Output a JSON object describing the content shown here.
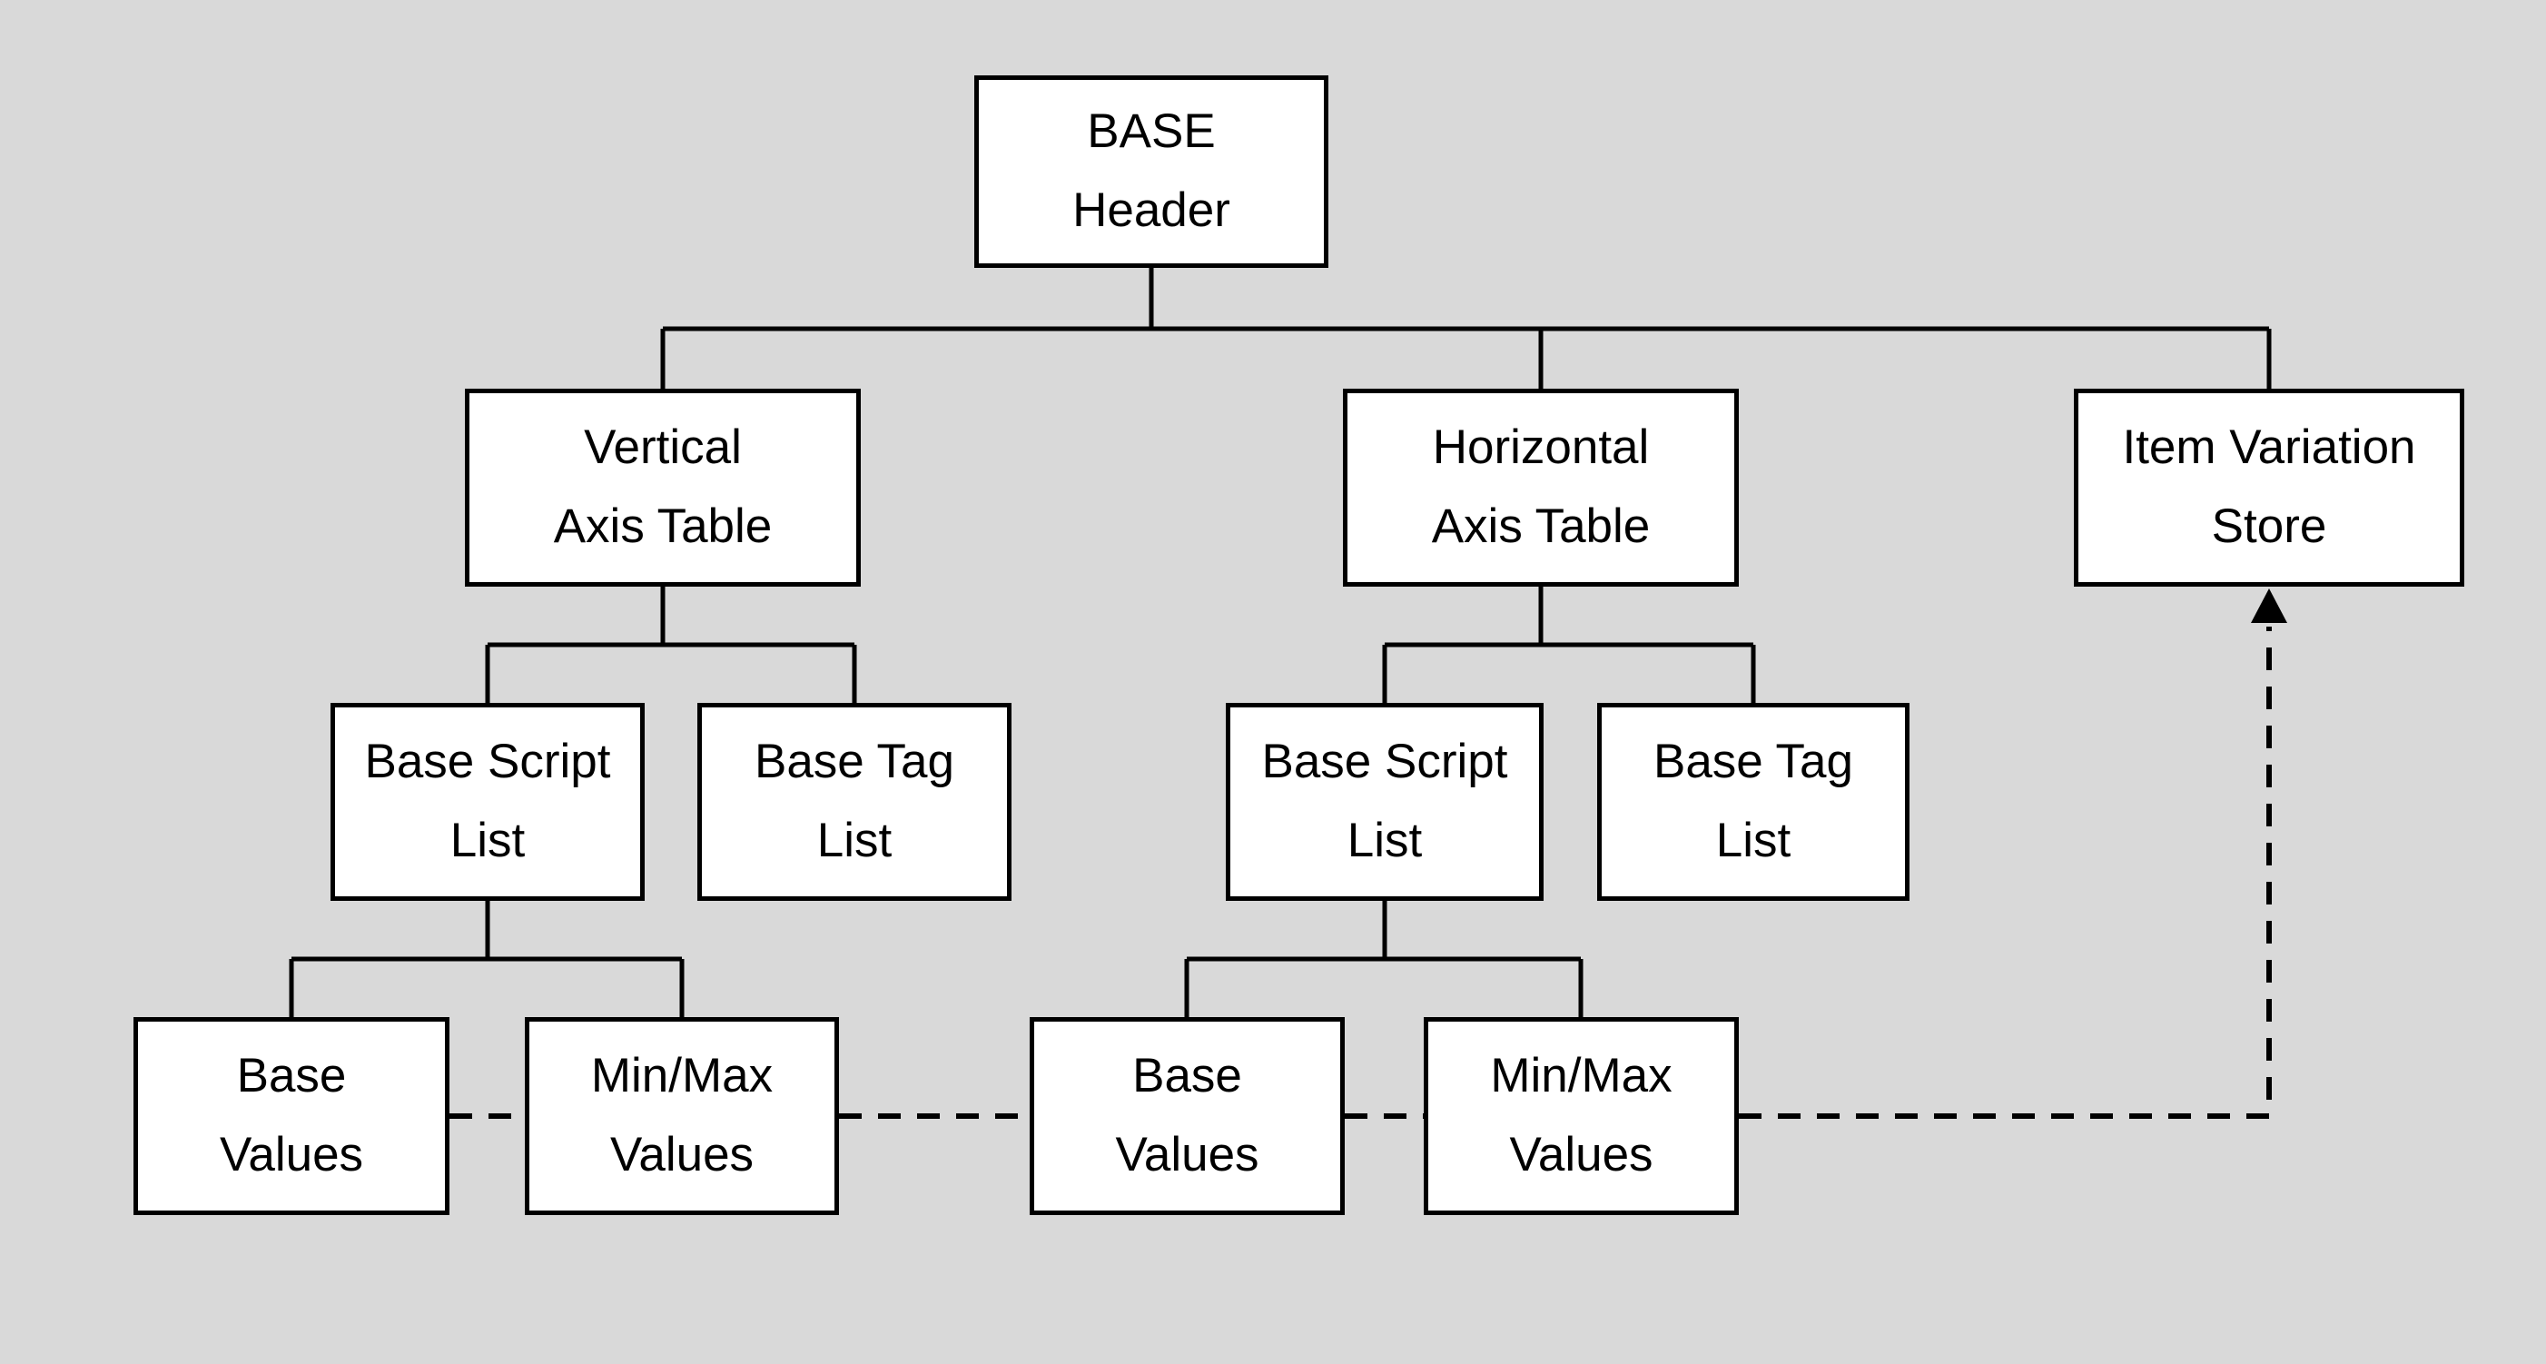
{
  "diagram": {
    "colors": {
      "background": "#d9d9d9",
      "box_fill": "#ffffff",
      "line_color": "#000000"
    },
    "nodes": [
      {
        "id": "base-header",
        "line1": "BASE",
        "line2": "Header"
      },
      {
        "id": "vertical-axis-table",
        "line1": "Vertical",
        "line2": "Axis Table"
      },
      {
        "id": "horizontal-axis-table",
        "line1": "Horizontal",
        "line2": "Axis Table"
      },
      {
        "id": "item-variation-store",
        "line1": "Item Variation",
        "line2": "Store"
      },
      {
        "id": "base-script-list-vertical",
        "line1": "Base Script",
        "line2": "List"
      },
      {
        "id": "base-tag-list-vertical",
        "line1": "Base Tag",
        "line2": "List"
      },
      {
        "id": "base-script-list-horizontal",
        "line1": "Base Script",
        "line2": "List"
      },
      {
        "id": "base-tag-list-horizontal",
        "line1": "Base Tag",
        "line2": "List"
      },
      {
        "id": "base-values-vertical",
        "line1": "Base",
        "line2": "Values"
      },
      {
        "id": "minmax-values-vertical",
        "line1": "Min/Max",
        "line2": "Values"
      },
      {
        "id": "base-values-horizontal",
        "line1": "Base",
        "line2": "Values"
      },
      {
        "id": "minmax-values-horizontal",
        "line1": "Min/Max",
        "line2": "Values"
      }
    ],
    "edges": {
      "solid_tree": [
        {
          "from": "BASE Header",
          "to": [
            "Vertical Axis Table",
            "Horizontal Axis Table",
            "Item Variation Store"
          ]
        },
        {
          "from": "Vertical Axis Table",
          "to": [
            "Base Script List",
            "Base Tag List"
          ]
        },
        {
          "from": "Horizontal Axis Table",
          "to": [
            "Base Script List",
            "Base Tag List"
          ]
        },
        {
          "from": "Base Script List (vertical)",
          "to": [
            "Base Values",
            "Min/Max Values"
          ]
        },
        {
          "from": "Base Script List (horizontal)",
          "to": [
            "Base Values",
            "Min/Max Values"
          ]
        }
      ],
      "dashed_links": [
        {
          "from": "Base Values (vertical)",
          "to": "Min/Max Values (vertical)",
          "style": "dashed"
        },
        {
          "from": "Min/Max Values (vertical)",
          "to": "Base Values (horizontal)",
          "style": "dashed"
        },
        {
          "from": "Base Values (horizontal)",
          "to": "Min/Max Values (horizontal)",
          "style": "dashed"
        },
        {
          "from": "Min/Max Values (horizontal)",
          "to": "Item Variation Store",
          "style": "dashed-arrow-up"
        }
      ]
    }
  }
}
